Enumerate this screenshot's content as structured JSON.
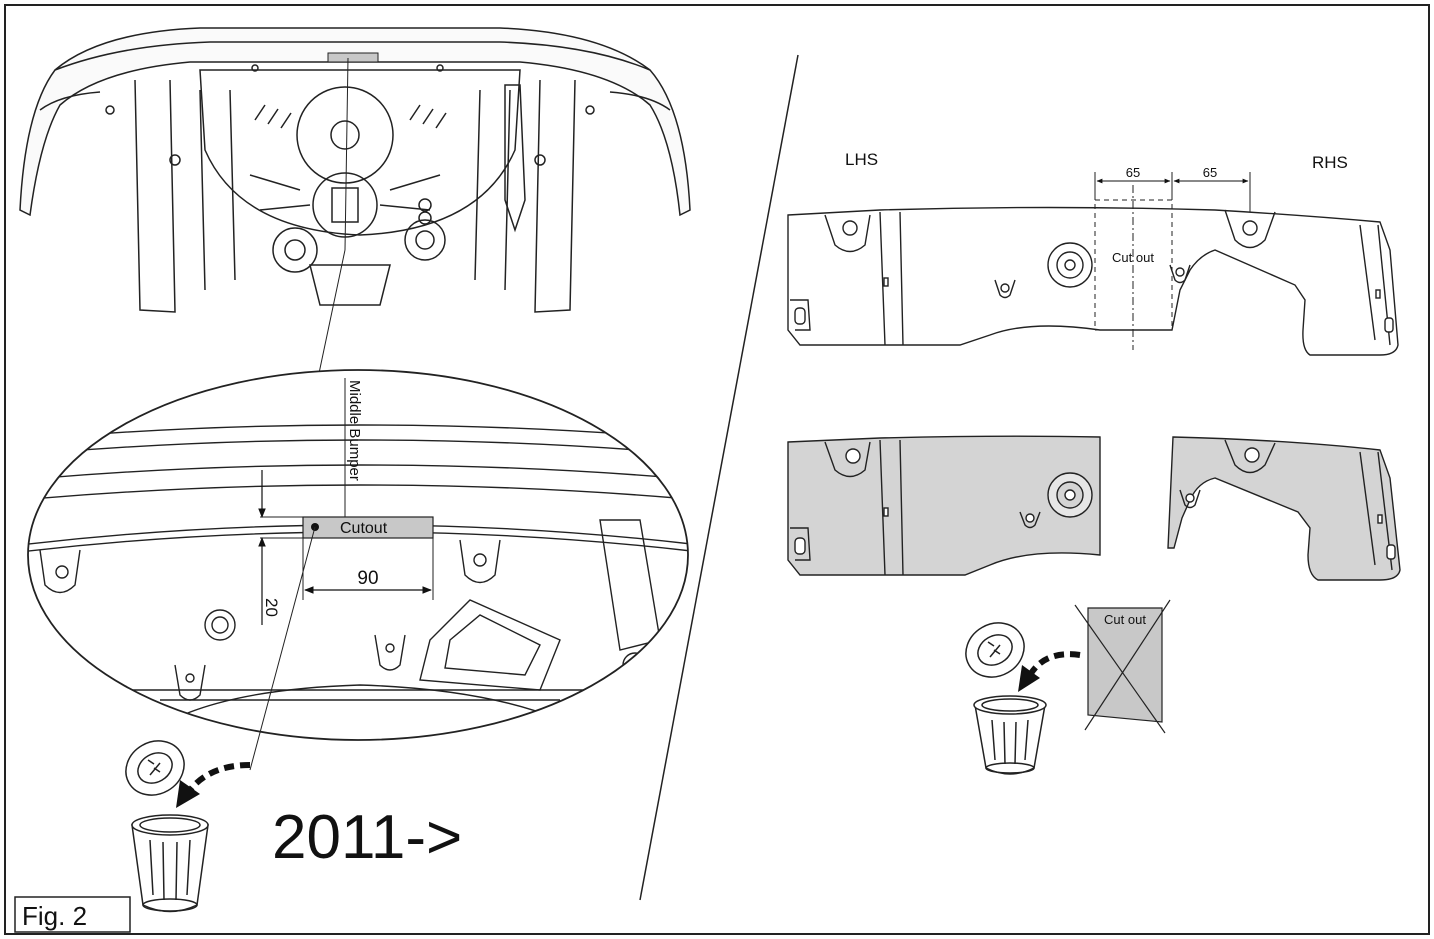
{
  "figure_label": "Fig. 2",
  "year_label": "2011->",
  "left_detail": {
    "middle_bumper_label": "Middle Bumper",
    "cutout_label": "Cutout",
    "width_dim": "90",
    "offset_dim": "20"
  },
  "right_panel": {
    "lhs_label": "LHS",
    "rhs_label": "RHS",
    "dim_left": "65",
    "dim_right": "65",
    "cutout_label": "Cut out",
    "discard_label": "Cut out"
  },
  "colors": {
    "line": "#222222",
    "panel_fill": "#d4d4d4",
    "cutout_fill": "#c8c8c8"
  }
}
